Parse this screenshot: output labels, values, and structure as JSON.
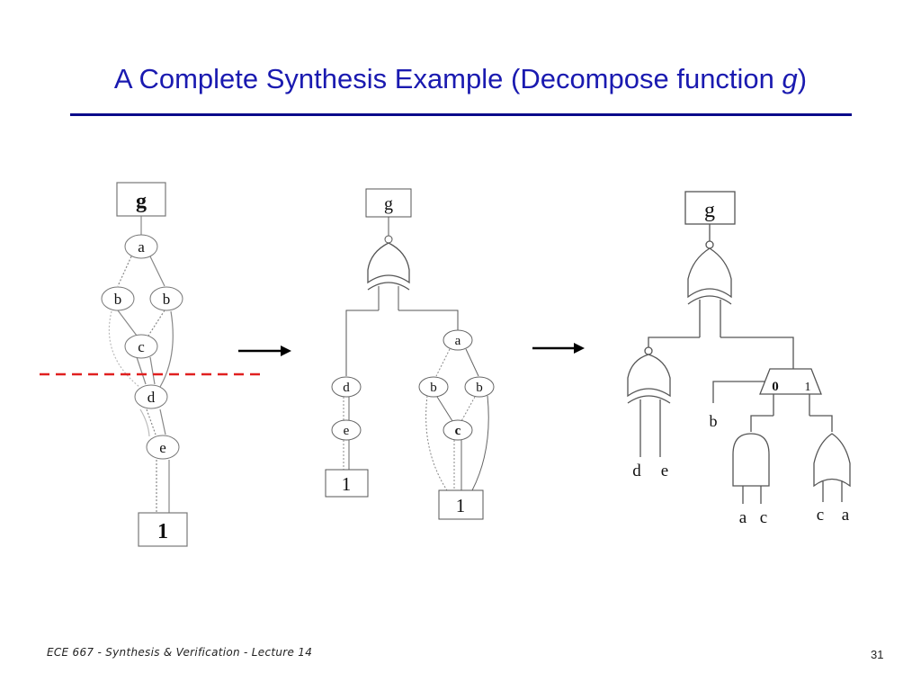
{
  "slide": {
    "title_main": "A Complete Synthesis Example (Decompose function ",
    "title_var": "g",
    "title_end": ")",
    "footer": "ECE 667 - Synthesis & Verification - Lecture 14",
    "page_number": "31"
  },
  "bdd1": {
    "root": "g",
    "nodes": {
      "a": "a",
      "b_left": "b",
      "b_right": "b",
      "c": "c",
      "d": "d",
      "e": "e"
    },
    "terminal": "1"
  },
  "bdd2": {
    "root": "g",
    "left": {
      "d": "d",
      "e": "e",
      "terminal": "1"
    },
    "right": {
      "a": "a",
      "b_left": "b",
      "b_right": "b",
      "c": "c",
      "terminal": "1"
    }
  },
  "circuit": {
    "root": "g",
    "mux_in0": "0",
    "mux_in1": "1",
    "select": "b",
    "xnor_in1": "d",
    "xnor_in2": "e",
    "and_in1": "a",
    "and_in2": "c",
    "or_in1": "c",
    "or_in2": "a"
  },
  "colors": {
    "title": "#1a1ab0",
    "rule": "#0a0a8a",
    "cut_line": "#e02020",
    "arrow": "#000000"
  }
}
